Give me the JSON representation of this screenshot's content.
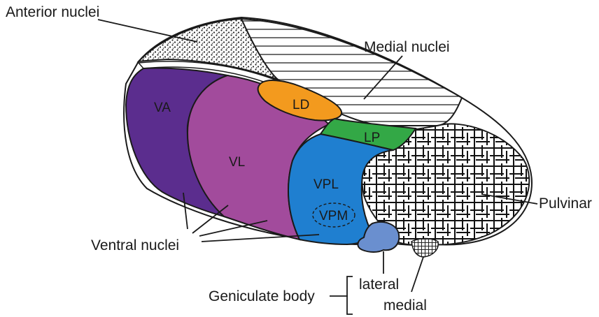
{
  "diagram": {
    "labels": {
      "anterior": "Anterior nuclei",
      "medial": "Medial nuclei",
      "pulvinar": "Pulvinar",
      "ventral": "Ventral nuclei",
      "geniculate": "Geniculate body",
      "lateral": "lateral",
      "medial_geniculate": "medial"
    },
    "nuclei": {
      "va": "VA",
      "vl": "VL",
      "ld": "LD",
      "lp": "LP",
      "vpl": "VPL",
      "vpm": "VPM"
    },
    "colors": {
      "va": "#5b2d8e",
      "vl": "#a24b9c",
      "ld": "#f39a1e",
      "lp": "#33a846",
      "vpl": "#1f7fd0",
      "lateral_geniculate": "#6a8fcf",
      "outline": "#1a1a1a"
    }
  }
}
